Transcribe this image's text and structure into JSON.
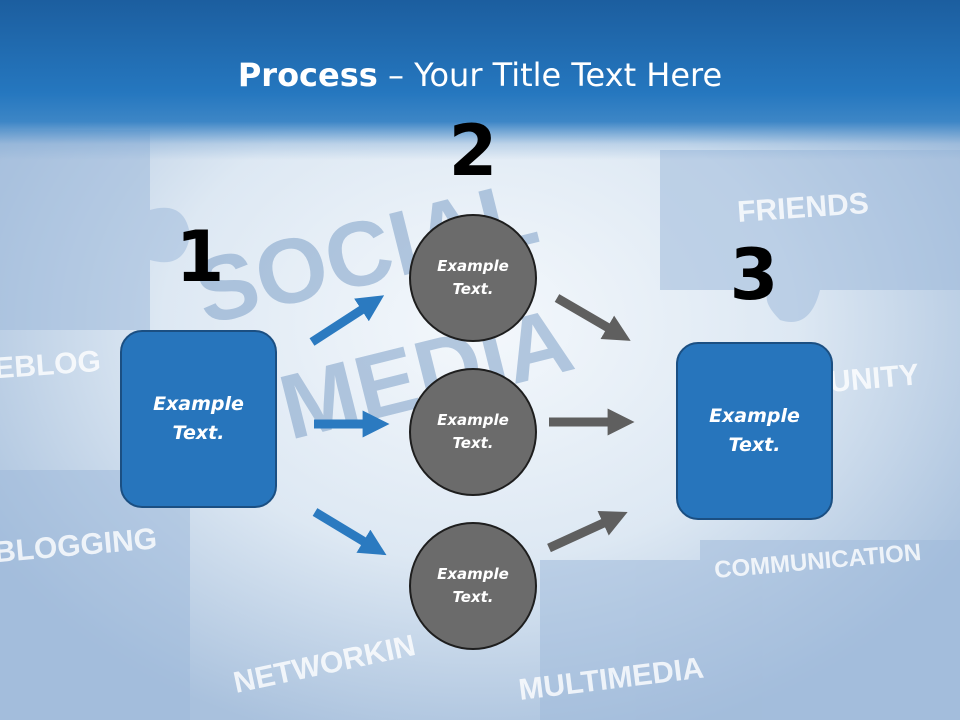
{
  "title": {
    "bold": "Process",
    "rest": " – Your Title Text Here"
  },
  "steps": {
    "one": "1",
    "two": "2",
    "three": "3"
  },
  "left_box": {
    "line1": "Example",
    "line2": "Text."
  },
  "right_box": {
    "line1": "Example",
    "line2": "Text."
  },
  "circles": [
    {
      "line1": "Example",
      "line2": "Text."
    },
    {
      "line1": "Example",
      "line2": "Text."
    },
    {
      "line1": "Example",
      "line2": "Text."
    }
  ],
  "background_words": [
    "SOCIAL",
    "MEDIA",
    "FRIENDS",
    "EBLOG",
    "UNITY",
    "BLOGGING",
    "COMMUNICATION",
    "NETWORKIN",
    "MULTIMEDIA"
  ],
  "colors": {
    "header": "#2577bf",
    "box": "#2775bc",
    "circle": "#6b6b6b",
    "arrow_blue": "#2b7ac0",
    "arrow_gray": "#5f5f5f"
  }
}
